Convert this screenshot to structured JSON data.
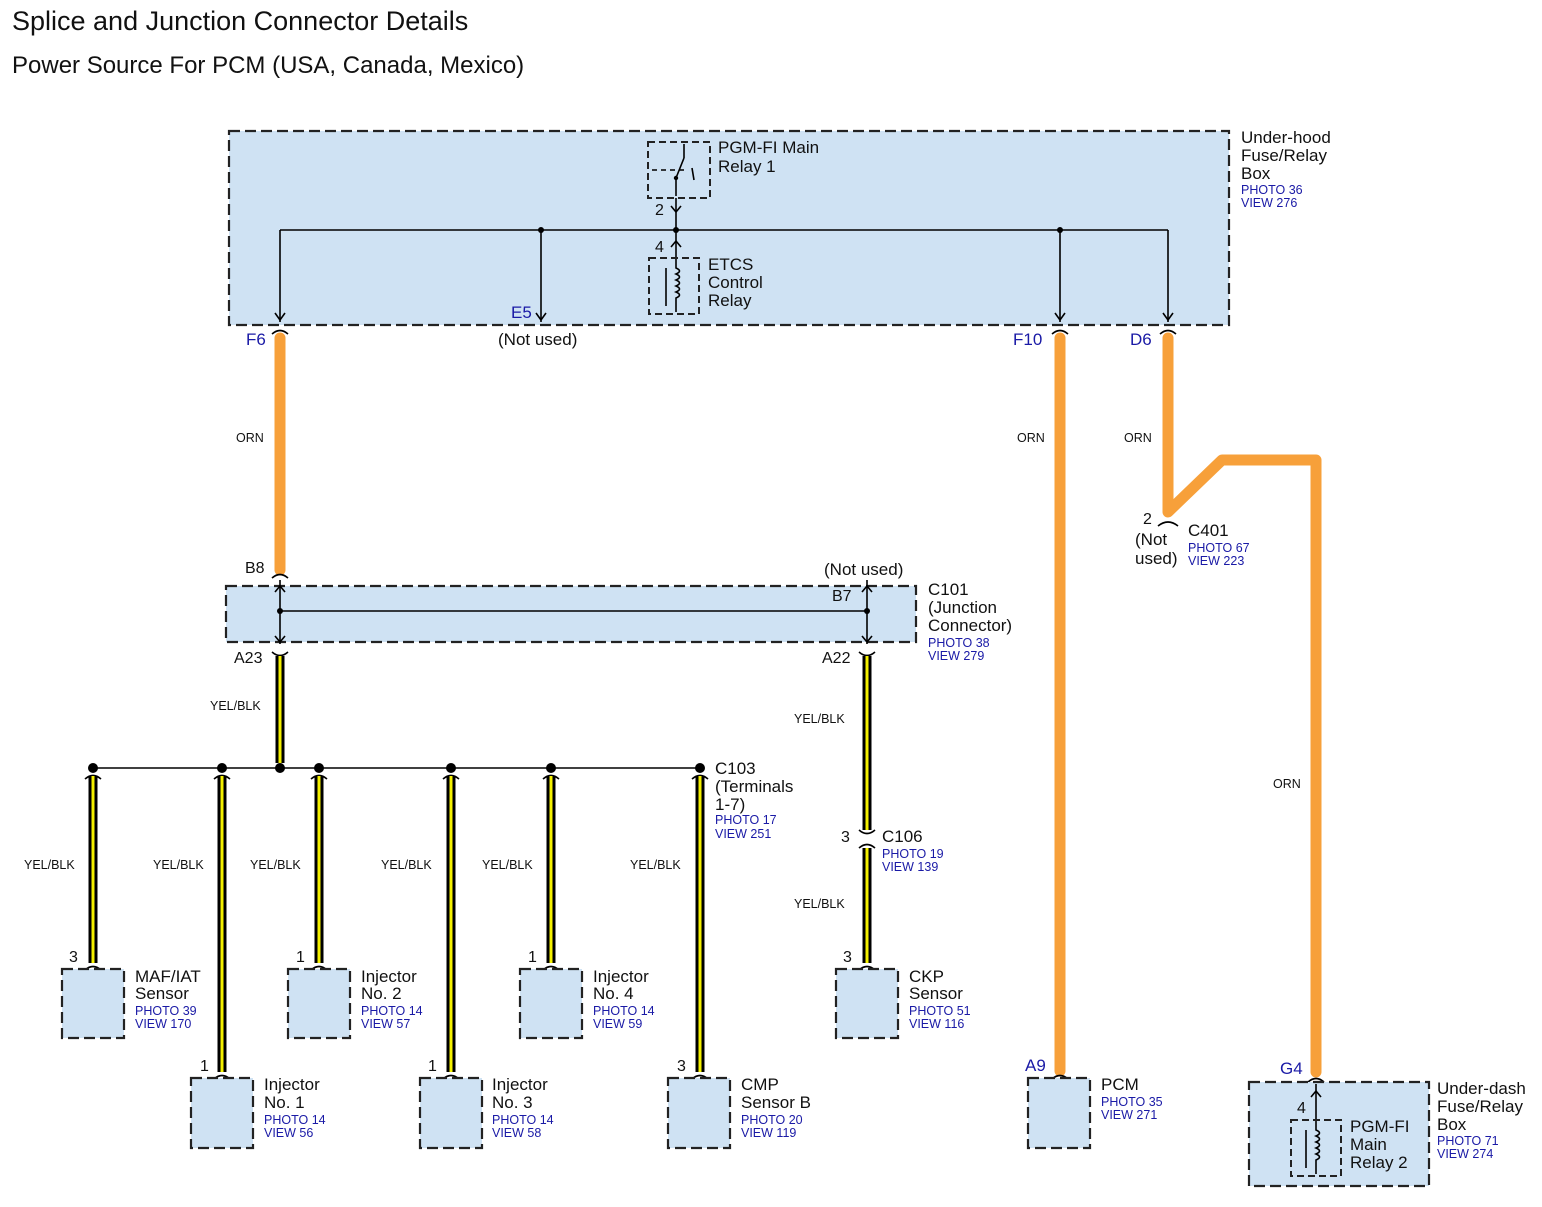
{
  "header": {
    "title": "Splice and Junction Connector Details",
    "subtitle": "Power Source For PCM (USA, Canada, Mexico)"
  },
  "underhood_box": {
    "name_lines": [
      "Under-hood",
      "Fuse/Relay",
      "Box"
    ],
    "photo": "PHOTO 36",
    "view": "VIEW 276",
    "relay1_lines": [
      "PGM-FI Main",
      "Relay 1"
    ],
    "relay1_pin": "2",
    "etcs_lines": [
      "ETCS",
      "Control",
      "Relay"
    ],
    "etcs_pin": "4",
    "pins": {
      "f6": "F6",
      "e5": "E5",
      "f10": "F10",
      "d6": "D6"
    },
    "e5_note": "(Not used)"
  },
  "wire_colors": {
    "orange": "ORN",
    "yellow_black": "YEL/BLK"
  },
  "colors": {
    "orange_wire": "#f7a03a",
    "yellow_stripe": "#f4f000",
    "box_fill": "#cfe2f3",
    "ref_text": "#1a1aa6"
  },
  "c401": {
    "name": "C401",
    "pin": "2",
    "note_lines": [
      "(Not",
      "used)"
    ],
    "photo": "PHOTO 67",
    "view": "VIEW 223"
  },
  "c101": {
    "name_lines": [
      "C101",
      "(Junction",
      "Connector)"
    ],
    "photo": "PHOTO 38",
    "view": "VIEW 279",
    "pins": {
      "b8": "B8",
      "b7": "B7",
      "a23": "A23",
      "a22": "A22"
    },
    "b7_note": "(Not used)"
  },
  "c103": {
    "name_lines": [
      "C103",
      "(Terminals",
      "1-7)"
    ],
    "photo": "PHOTO 17",
    "view": "VIEW 251"
  },
  "c106": {
    "name": "C106",
    "pin": "3",
    "photo": "PHOTO 19",
    "view": "VIEW 139"
  },
  "components": {
    "maf": {
      "lines": [
        "MAF/IAT",
        "Sensor"
      ],
      "pin": "3",
      "photo": "PHOTO 39",
      "view": "VIEW 170"
    },
    "inj1": {
      "lines": [
        "Injector",
        "No. 1"
      ],
      "pin": "1",
      "photo": "PHOTO 14",
      "view": "VIEW 56"
    },
    "inj2": {
      "lines": [
        "Injector",
        "No. 2"
      ],
      "pin": "1",
      "photo": "PHOTO 14",
      "view": "VIEW 57"
    },
    "inj3": {
      "lines": [
        "Injector",
        "No. 3"
      ],
      "pin": "1",
      "photo": "PHOTO 14",
      "view": "VIEW 58"
    },
    "inj4": {
      "lines": [
        "Injector",
        "No. 4"
      ],
      "pin": "1",
      "photo": "PHOTO 14",
      "view": "VIEW 59"
    },
    "cmp": {
      "lines": [
        "CMP",
        "Sensor B"
      ],
      "pin": "3",
      "photo": "PHOTO 20",
      "view": "VIEW 119"
    },
    "ckp": {
      "lines": [
        "CKP",
        "Sensor"
      ],
      "pin": "3",
      "photo": "PHOTO 51",
      "view": "VIEW 116"
    },
    "pcm": {
      "lines": [
        "PCM"
      ],
      "pin": "A9",
      "photo": "PHOTO 35",
      "view": "VIEW 271"
    }
  },
  "underdash_box": {
    "name_lines": [
      "Under-dash",
      "Fuse/Relay",
      "Box"
    ],
    "photo": "PHOTO 71",
    "view": "VIEW 274",
    "pin": "G4",
    "relay_pin": "4",
    "relay_lines": [
      "PGM-FI",
      "Main",
      "Relay 2"
    ]
  }
}
